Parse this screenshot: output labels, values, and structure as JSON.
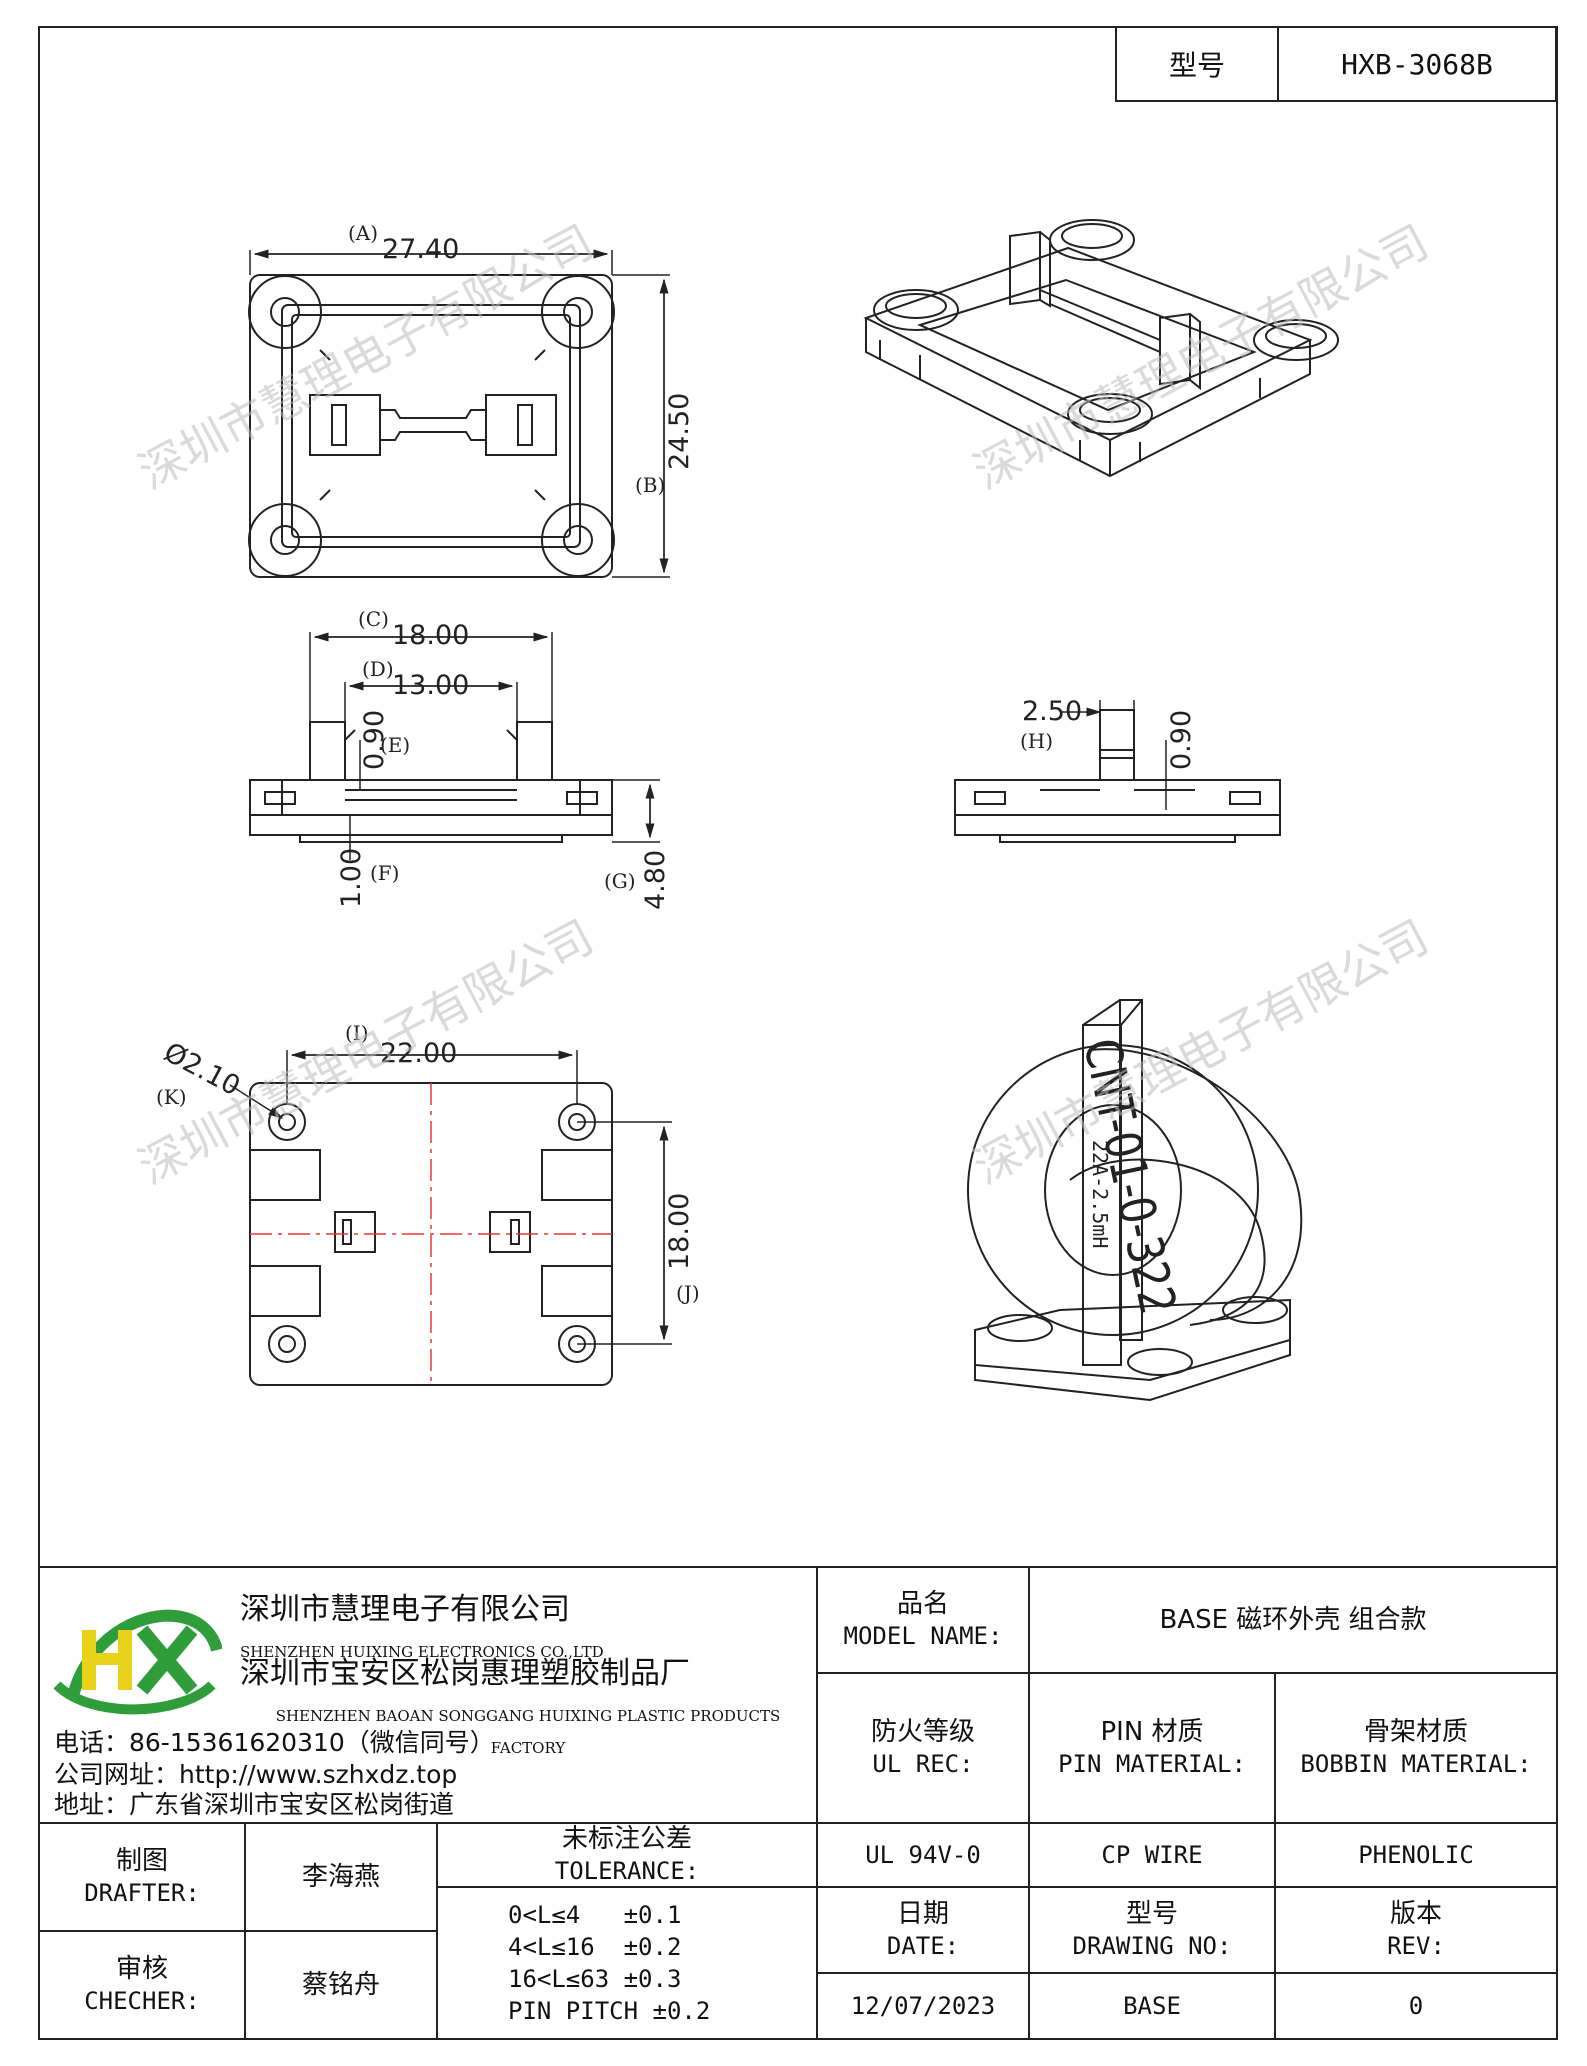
{
  "header": {
    "model_label": "型号",
    "model_value": "HXB-3068B"
  },
  "dims": {
    "a_label": "(A)",
    "a_value": "27.40",
    "b_label": "(B)",
    "b_value": "24.50",
    "c_label": "(C)",
    "c_value": "18.00",
    "d_label": "(D)",
    "d_value": "13.00",
    "e_label": "(E)",
    "e_value": "0.90",
    "f_label": "(F)",
    "f_value": "1.00",
    "g_label": "(G)",
    "g_value": "4.80",
    "h_label": "(H)",
    "h_value": "2.50",
    "h_value2": "0.90",
    "i_label": "(I)",
    "i_value": "22.00",
    "k_label": "(K)",
    "k_value": "Ø2.10",
    "j_label": "(J)",
    "j_value": "18.00"
  },
  "core_marking": {
    "ring_text": "CNT-01-0-322",
    "side_label": "22A-2.5mH"
  },
  "watermark": "深圳市慧理电子有限公司",
  "company": {
    "name_cn": "深圳市慧理电子有限公司",
    "name_en": "SHENZHEN HUIXING ELECTRONICS CO.,LTD",
    "factory_cn": "深圳市宝安区松岗惠理塑胶制品厂",
    "factory_en": "SHENZHEN BAOAN SONGGANG HUIXING PLASTIC PRODUCTS FACTORY",
    "phone": "电话：86-15361620310（微信同号）",
    "website": "公司网址：http://www.szhxdz.top",
    "address": "地址：广东省深圳市宝安区松岗街道"
  },
  "title_block": {
    "model_name_label_cn": "品名",
    "model_name_label_en": "MODEL NAME:",
    "model_name_value": "BASE 磁环外壳 组合款",
    "ul_label_cn": "防火等级",
    "ul_label_en": "UL REC:",
    "pin_label_cn": "PIN 材质",
    "pin_label_en": "PIN MATERIAL:",
    "bobbin_label_cn": "骨架材质",
    "bobbin_label_en": "BOBBIN MATERIAL:",
    "ul_value": "UL 94V-0",
    "pin_value": "CP WIRE",
    "bobbin_value": "PHENOLIC",
    "drafter_cn": "制图",
    "drafter_en": "DRAFTER:",
    "drafter_name": "李海燕",
    "checker_cn": "审核",
    "checker_en": "CHECHER:",
    "checker_name": "蔡铭舟",
    "tol_cn": "未标注公差",
    "tol_en": "TOLERANCE:",
    "tol_1": "0<L≤4   ±0.1",
    "tol_2": "4<L≤16  ±0.2",
    "tol_3": "16<L≤63 ±0.3",
    "tol_4": "PIN PITCH ±0.2",
    "date_cn": "日期",
    "date_en": "DATE:",
    "date_value": "12/07/2023",
    "dwg_cn": "型号",
    "dwg_en": "DRAWING NO:",
    "dwg_value": "BASE",
    "rev_cn": "版本",
    "rev_en": "REV:",
    "rev_value": "0"
  },
  "colors": {
    "line": "#222222",
    "centerline": "#e53935",
    "logo_green": "#2e9d3a",
    "logo_yellow": "#e8d31a"
  }
}
